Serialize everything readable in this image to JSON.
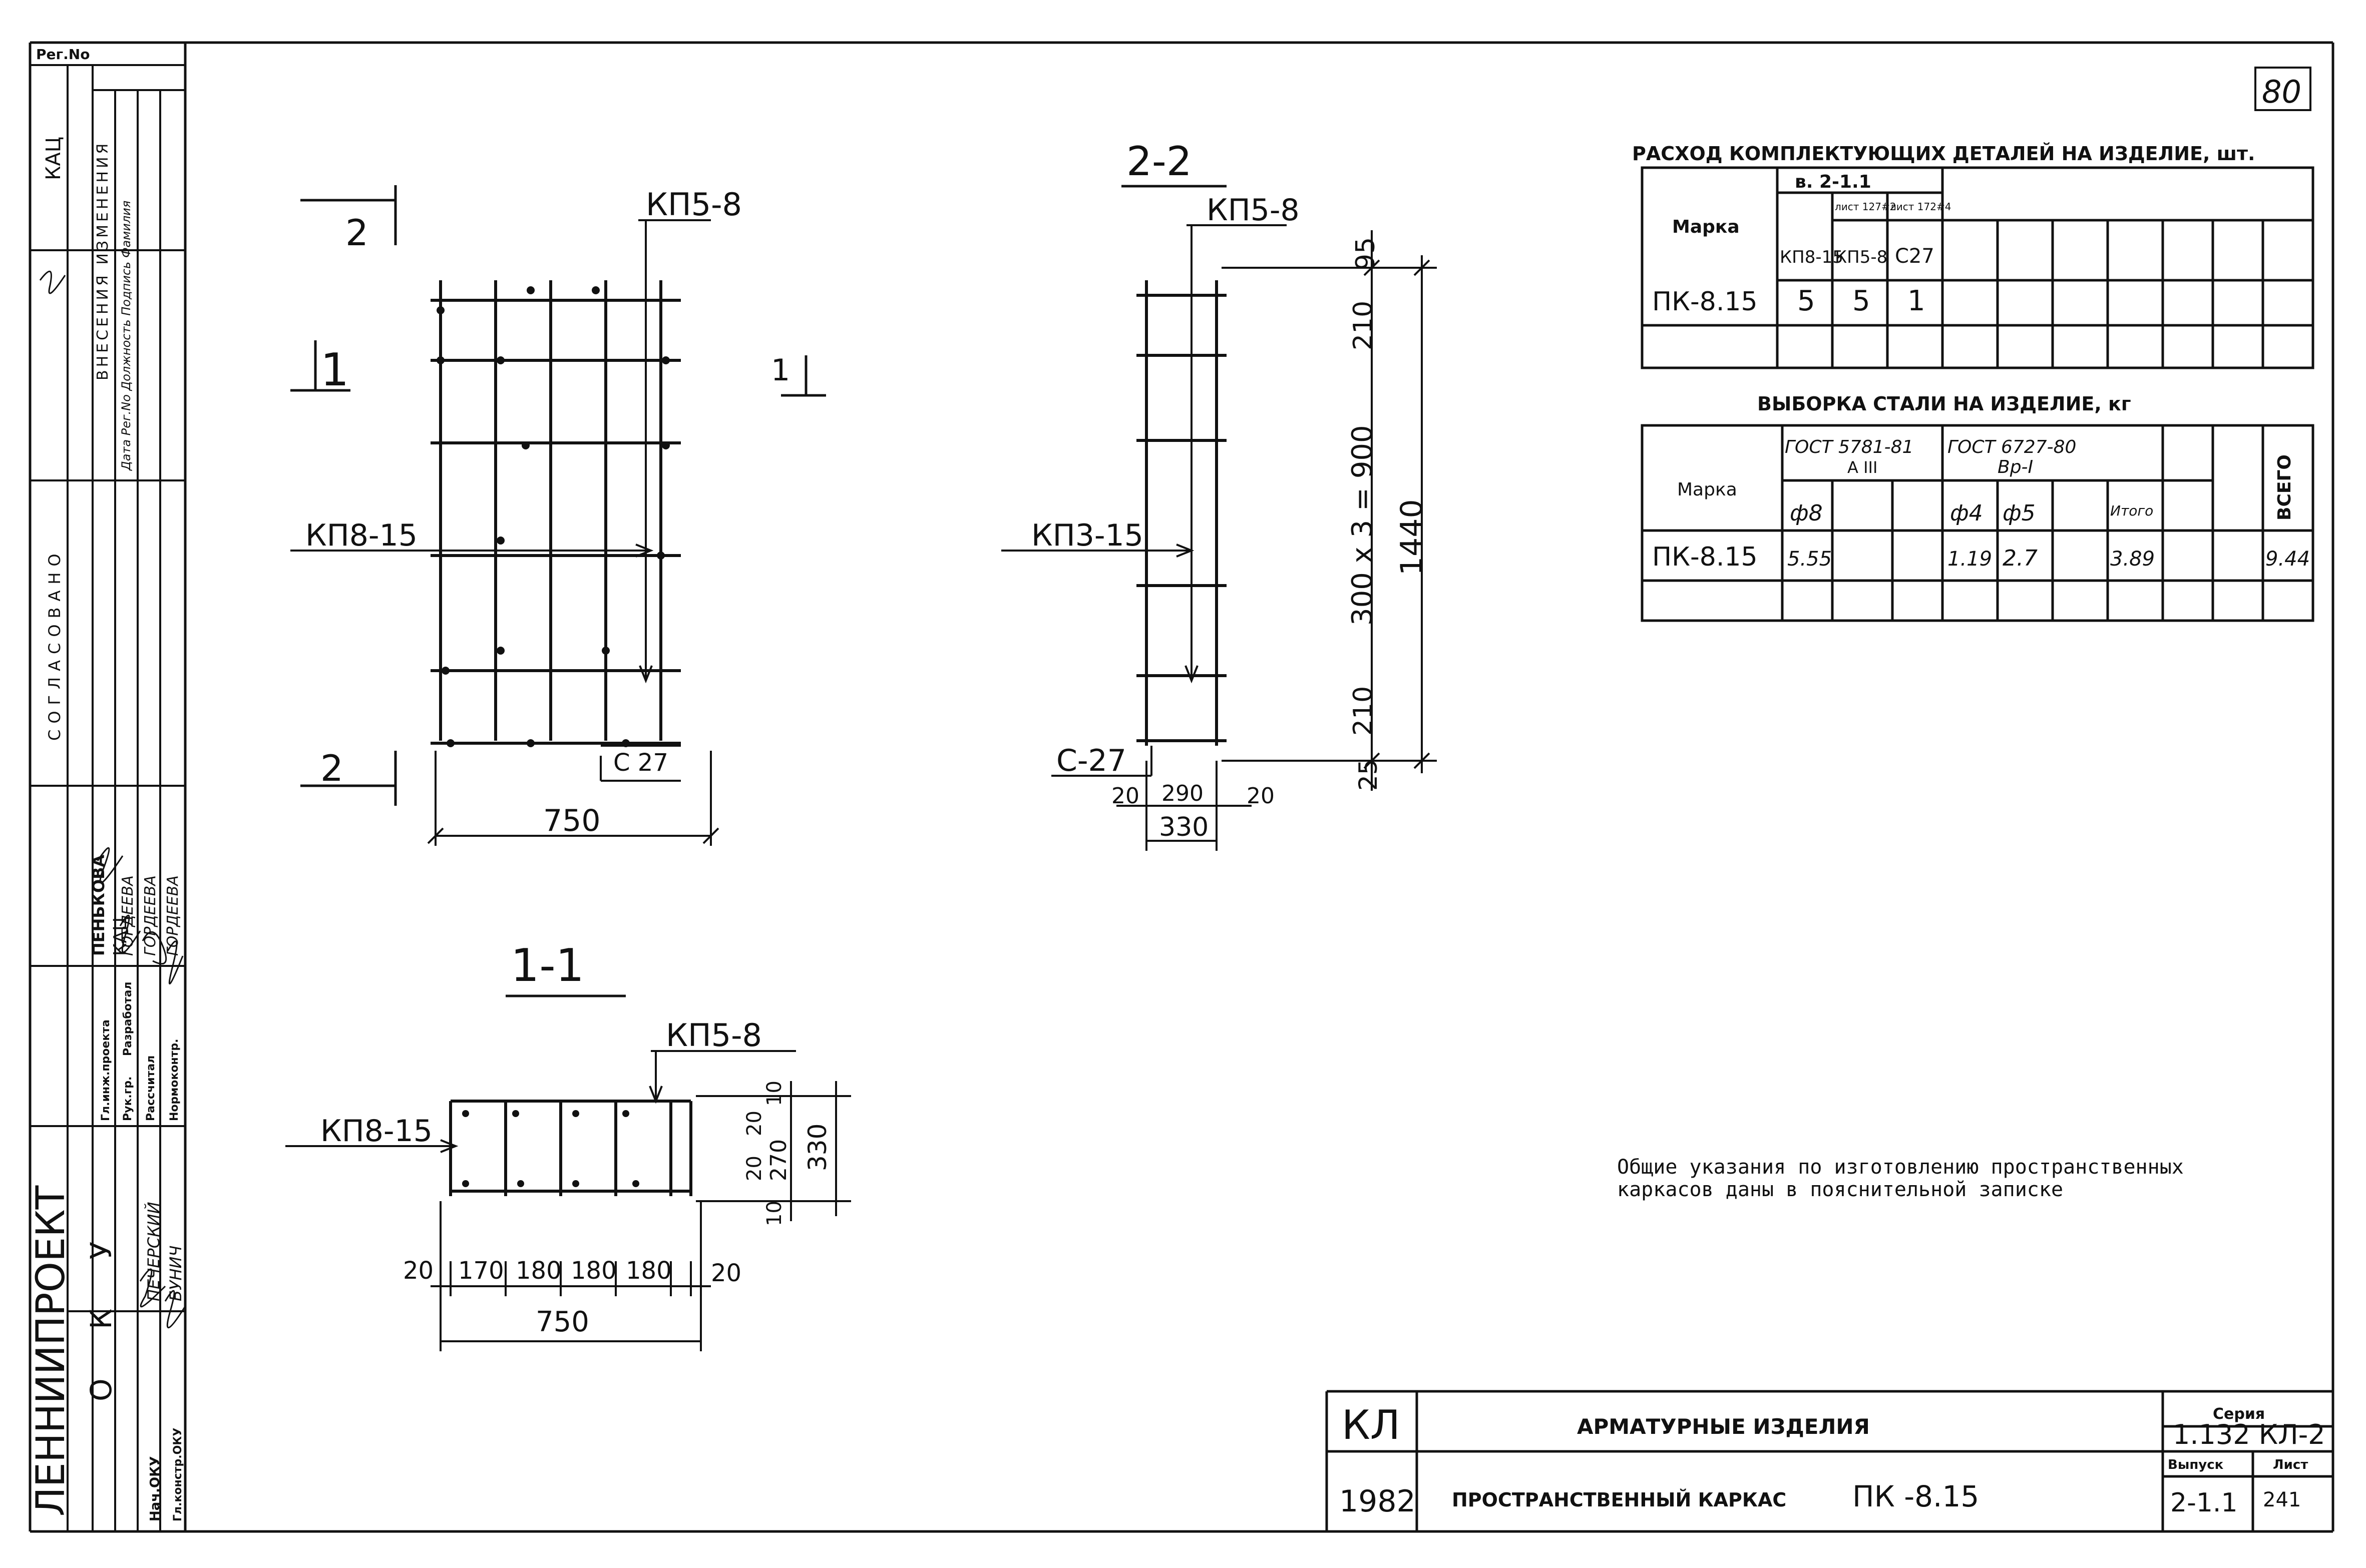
{
  "sheet_number": "80",
  "stamp_left": {
    "reg_no": "Рег.No",
    "kac_top": "КАЦ",
    "changes_header": "ВНЕСЕНИЯ ИЗМЕНЕНИЯ",
    "changes_cols": "Дата Рег.No Должность Подпись Фамилия",
    "soglasovano": "СОГЛАСОВАНО",
    "names": [
      "ПЕНЬКОВА",
      "КАЦ",
      "ГОРДЕЕВА",
      "ГОРДЕЕВА",
      "ГОРДЕЕВА"
    ],
    "roles": [
      "Гл.инж.проекта",
      "Рук.гр.",
      "Разработал",
      "Рассчитал",
      "Нормоконтр."
    ],
    "chief_names": [
      "ПЕЧЕРСКИЙ",
      "БУНИЧ"
    ],
    "chief_roles": [
      "Нач.ОКУ",
      "Гл.констр.ОКУ"
    ],
    "org": "ЛЕННИИПРОЕКТ",
    "dept": "О К У"
  },
  "views": {
    "elevation": {
      "section_marks": [
        "2",
        "1",
        "2",
        "1"
      ],
      "labels": {
        "kp5": "КП5-8",
        "kp8": "КП8-15",
        "c27": "С 27"
      },
      "dim_750": "750"
    },
    "section_22": {
      "title": "2-2",
      "labels": {
        "kp5": "КП5-8",
        "kp3": "КП3-15",
        "c27": "С-27"
      },
      "dims": {
        "top95": "95",
        "d210a": "210",
        "middle": "300 x 3 = 900",
        "total": "1440",
        "d210b": "210",
        "d25": "25",
        "d20a": "20",
        "d290": "290",
        "d20b": "20",
        "d330": "330"
      }
    },
    "section_11": {
      "title": "1-1",
      "labels": {
        "kp5": "КП5-8",
        "kp8": "КП8-15"
      },
      "dims": {
        "d20a": "20",
        "d170": "170",
        "d180a": "180",
        "d180b": "180",
        "d180c": "180",
        "d20b": "20",
        "d750": "750",
        "v10a": "10",
        "v20a": "20",
        "v20b": "20",
        "v270": "270",
        "v330": "330",
        "v10b": "10"
      }
    }
  },
  "table_parts": {
    "title": "РАСХОД КОМПЛЕКТУЮЩИХ ДЕТАЛЕЙ НА ИЗДЕЛИЕ, шт.",
    "col_marka": "Марка",
    "group_header": "в. 2-1.1",
    "sub_headers": [
      "лист 127#2",
      "лист 172#4"
    ],
    "cols": [
      "КП8-15",
      "КП5-8",
      "С27"
    ],
    "rows": [
      {
        "mark": "ПК-8.15",
        "values": [
          "5",
          "5",
          "1"
        ]
      }
    ]
  },
  "table_steel": {
    "title": "ВЫБОРКА СТАЛИ НА ИЗДЕЛИЕ, кг",
    "col_marka": "Марка",
    "gost1": "ГОСТ 5781-81",
    "gost1_class": "А III",
    "gost2": "ГОСТ 6727-80",
    "gost2_class": "Вр-I",
    "diam_cols": [
      "ф8",
      "ф4",
      "ф5"
    ],
    "itogo": "Итого",
    "vsego": "ВСЕГО",
    "rows": [
      {
        "mark": "ПК-8.15",
        "f8": "5.55",
        "f4": "1.19",
        "f5": "2.7",
        "itogo": "3.89",
        "vsego": "9.44"
      }
    ]
  },
  "note": {
    "line1": "Общие указания по изготовлению пространственных",
    "line2": "каркасов даны в пояснительной записке"
  },
  "title_block": {
    "code": "КЛ",
    "year": "1982",
    "title1": "АРМАТУРНЫЕ ИЗДЕЛИЯ",
    "title2": "ПРОСТРАНСТВЕННЫЙ КАРКАС",
    "product": "ПК -8.15",
    "series_label": "Серия",
    "series": "1.132 КЛ-2",
    "vypusk_label": "Выпуск",
    "list_label": "Лист",
    "vypusk": "2-1.1",
    "list": "241"
  }
}
